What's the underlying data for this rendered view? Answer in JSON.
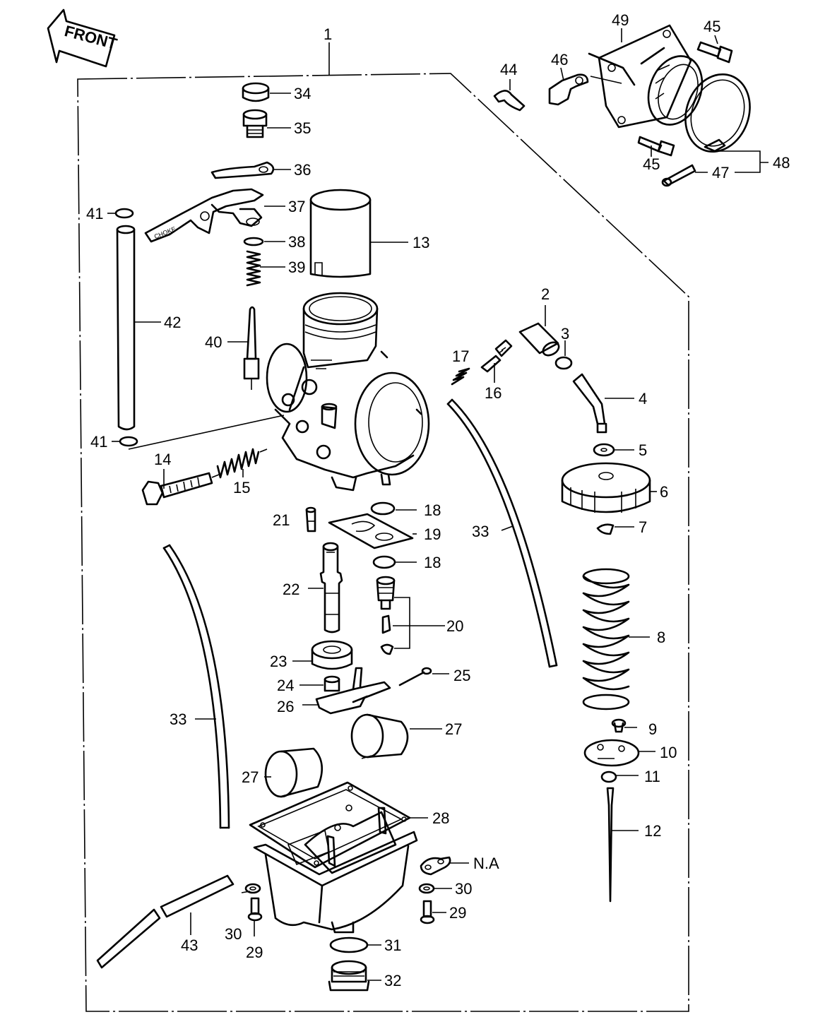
{
  "front_label": "FRONT",
  "assembly_label": "1",
  "callouts": [
    "2",
    "3",
    "4",
    "5",
    "6",
    "7",
    "8",
    "9",
    "10",
    "11",
    "12",
    "13",
    "14",
    "15",
    "16",
    "17",
    "18",
    "19",
    "20",
    "21",
    "22",
    "23",
    "24",
    "25",
    "26",
    "27",
    "28",
    "29",
    "30",
    "31",
    "32",
    "33",
    "34",
    "35",
    "36",
    "37",
    "38",
    "39",
    "40",
    "41",
    "42",
    "43",
    "44",
    "45",
    "46",
    "47",
    "48",
    "49",
    "N.A"
  ],
  "choke_text": "CHOKE"
}
